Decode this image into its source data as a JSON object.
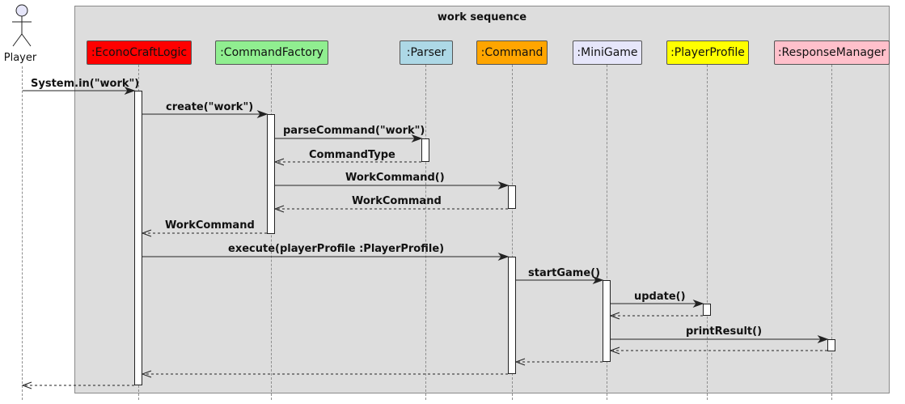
{
  "frame": {
    "title": "work sequence"
  },
  "actor": {
    "label": "Player"
  },
  "participants": [
    {
      "id": "logic",
      "label": ":EconoCraftLogic",
      "color": "#ff0000"
    },
    {
      "id": "factory",
      "label": ":CommandFactory",
      "color": "#90ee90"
    },
    {
      "id": "parser",
      "label": ":Parser",
      "color": "#add8e6"
    },
    {
      "id": "command",
      "label": ":Command",
      "color": "#ffa500"
    },
    {
      "id": "minigame",
      "label": ":MiniGame",
      "color": "#e6e6fa"
    },
    {
      "id": "profile",
      "label": ":PlayerProfile",
      "color": "#ffff00"
    },
    {
      "id": "response",
      "label": ":ResponseManager",
      "color": "#ffc0cb"
    }
  ],
  "messages": [
    {
      "from": "player",
      "to": "logic",
      "label": "System.in(\"work\")",
      "type": "call"
    },
    {
      "from": "logic",
      "to": "factory",
      "label": "create(\"work\")",
      "type": "call"
    },
    {
      "from": "factory",
      "to": "parser",
      "label": "parseCommand(\"work\")",
      "type": "call"
    },
    {
      "from": "parser",
      "to": "factory",
      "label": "CommandType",
      "type": "return"
    },
    {
      "from": "factory",
      "to": "command",
      "label": "WorkCommand()",
      "type": "call"
    },
    {
      "from": "command",
      "to": "factory",
      "label": "WorkCommand",
      "type": "return"
    },
    {
      "from": "factory",
      "to": "logic",
      "label": "WorkCommand",
      "type": "return"
    },
    {
      "from": "logic",
      "to": "command",
      "label": "execute(playerProfile :PlayerProfile)",
      "type": "call"
    },
    {
      "from": "command",
      "to": "minigame",
      "label": "startGame()",
      "type": "call"
    },
    {
      "from": "minigame",
      "to": "profile",
      "label": "update()",
      "type": "call"
    },
    {
      "from": "profile",
      "to": "minigame",
      "label": "",
      "type": "return"
    },
    {
      "from": "minigame",
      "to": "response",
      "label": "printResult()",
      "type": "call"
    },
    {
      "from": "response",
      "to": "minigame",
      "label": "",
      "type": "return"
    },
    {
      "from": "minigame",
      "to": "command",
      "label": "",
      "type": "return"
    },
    {
      "from": "command",
      "to": "logic",
      "label": "",
      "type": "return"
    },
    {
      "from": "logic",
      "to": "player",
      "label": "",
      "type": "return"
    }
  ]
}
